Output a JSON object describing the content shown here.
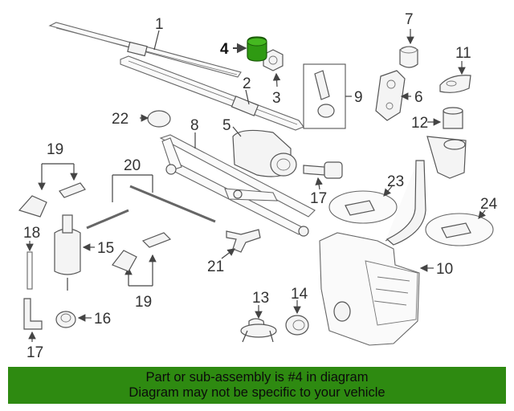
{
  "diagram": {
    "callouts": [
      "1",
      "2",
      "3",
      "4",
      "5",
      "6",
      "7",
      "8",
      "9",
      "10",
      "11",
      "12",
      "13",
      "14",
      "15",
      "16",
      "17",
      "17",
      "18",
      "19",
      "19",
      "20",
      "21",
      "22",
      "23",
      "24"
    ],
    "highlight_color": "#2f9a12"
  },
  "banner": {
    "line1": "Part or sub-assembly is #4 in diagram",
    "line2": "Diagram may not be specific to your vehicle",
    "color": "#2e8a11"
  }
}
